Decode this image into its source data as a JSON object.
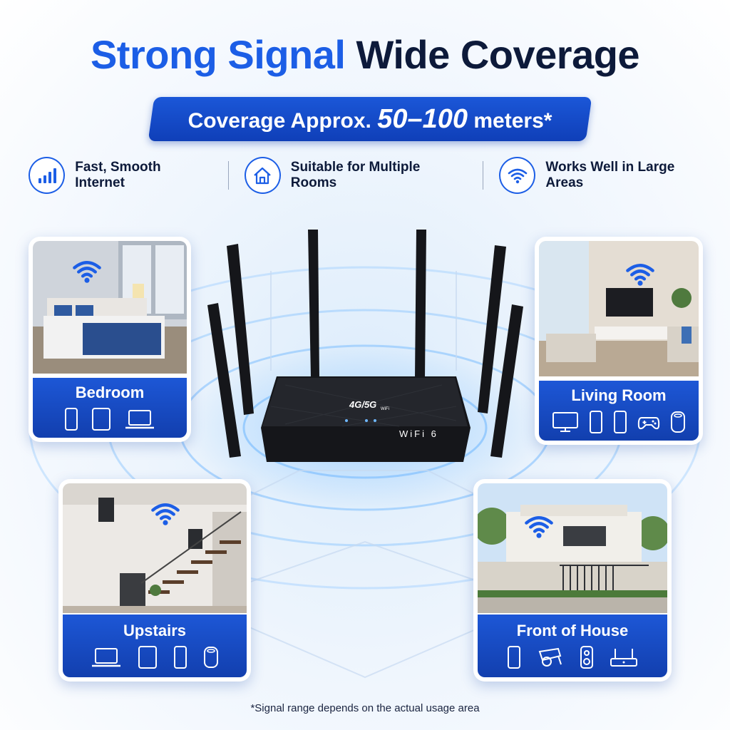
{
  "headline": {
    "part1": "Strong Signal",
    "part2": "Wide Coverage"
  },
  "banner": {
    "prefix": "Coverage Approx.",
    "range": "50–100",
    "suffix": "meters*"
  },
  "features": [
    {
      "label": "Fast, Smooth Internet",
      "icon": "signal-bars-icon"
    },
    {
      "label": "Suitable for Multiple Rooms",
      "icon": "house-icon"
    },
    {
      "label": "Works Well in Large Areas",
      "icon": "wifi-icon"
    }
  ],
  "router": {
    "badge": "4G/5G",
    "badge_small": "WiFi",
    "wifi_mark": "WiFi 6"
  },
  "rooms": [
    {
      "title": "Bedroom",
      "devices": [
        "phone-icon",
        "tablet-icon",
        "laptop-icon"
      ]
    },
    {
      "title": "Living Room",
      "devices": [
        "tv-icon",
        "phone-icon",
        "phone-icon",
        "gamepad-icon",
        "smart-speaker-icon"
      ]
    },
    {
      "title": "Upstairs",
      "devices": [
        "laptop-icon",
        "tablet-icon",
        "phone-icon",
        "smart-speaker-icon"
      ]
    },
    {
      "title": "Front of House",
      "devices": [
        "phone-icon",
        "security-camera-icon",
        "doorbell-icon",
        "router-icon"
      ]
    }
  ],
  "footnote": "*Signal range depends on the actual usage area",
  "colors": {
    "accent": "#1c5ee6",
    "dark": "#0d1a3a",
    "panel": "#1548c4"
  }
}
